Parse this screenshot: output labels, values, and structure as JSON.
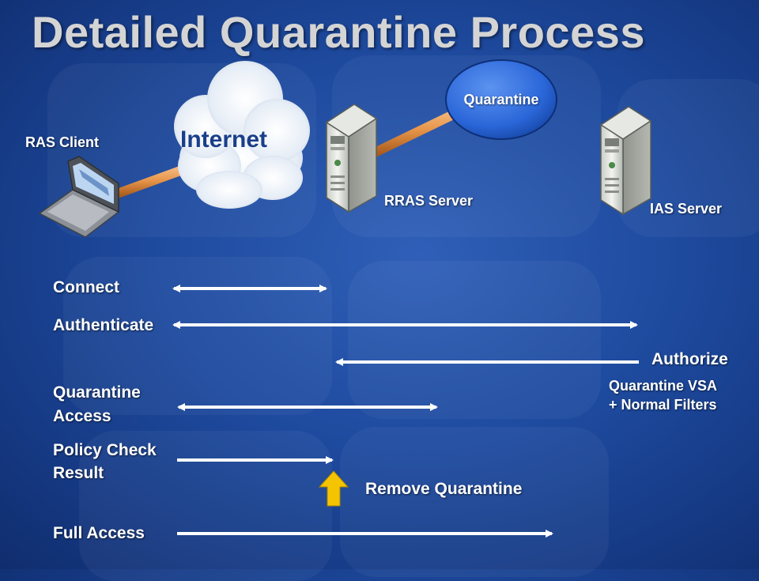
{
  "title": "Detailed Quarantine Process",
  "labels": {
    "ras_client": "RAS Client",
    "internet": "Internet",
    "quarantine": "Quarantine",
    "rras_server": "RRAS Server",
    "ias_server": "IAS Server"
  },
  "steps": {
    "connect": "Connect",
    "authenticate": "Authenticate",
    "authorize": "Authorize",
    "quarantine_vsa_line1": "Quarantine VSA",
    "quarantine_vsa_line2": "+ Normal Filters",
    "quarantine_access_line1": "Quarantine",
    "quarantine_access_line2": "Access",
    "policy_check_line1": "Policy Check",
    "policy_check_line2": "Result",
    "remove_quarantine": "Remove Quarantine",
    "full_access": "Full Access"
  },
  "colors": {
    "background": "#1e4a9e",
    "cable": "#e8964a",
    "quarantine_bubble": "#2a66d8",
    "up_arrow": "#f5c400",
    "arrow": "#ffffff"
  }
}
